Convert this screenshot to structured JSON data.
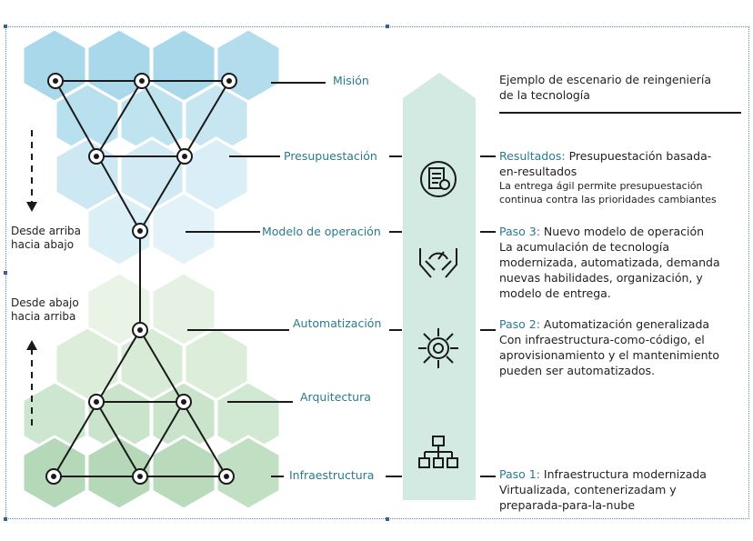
{
  "layers": {
    "mision": "Misión",
    "presupuestacion": "Presupuestación",
    "modelo": "Modelo de operación",
    "automatizacion": "Automatización",
    "arquitectura": "Arquitectura",
    "infraestructura": "Infraestructura"
  },
  "directions": {
    "top_down": [
      "Desde arriba",
      "hacia abajo"
    ],
    "bottom_up": [
      "Desde abajo",
      "hacia arriba"
    ]
  },
  "scenario_title": [
    "Ejemplo de escenario de reingeniería",
    "de la tecnología"
  ],
  "steps": {
    "resultados": {
      "key": "Resultados:",
      "head": "Presupuestación basada-",
      "head2": "en-resultados",
      "small1": "La entrega ágil permite presupuestación",
      "small2": "continua contra las prioridades cambiantes"
    },
    "paso3": {
      "key": "Paso 3:",
      "head": "Nuevo modelo de operación",
      "body": [
        "La acumulación de tecnología",
        "modernizada, automatizada, demanda",
        "nuevas habilidades, organización, y",
        "modelo de entrega."
      ]
    },
    "paso2": {
      "key": "Paso 2:",
      "head": "Automatización generalizada",
      "body": [
        "Con infraestructura-como-código, el",
        "aprovisionamiento y el mantenimiento",
        "pueden ser automatizados."
      ]
    },
    "paso1": {
      "key": "Paso 1:",
      "head": "Infraestructura modernizada",
      "body": [
        "Virtualizada, contenerizadam y",
        "preparada-para-la-nube"
      ]
    }
  },
  "icons": [
    "budget-report-icon",
    "hands-gauge-icon",
    "automation-gear-icon",
    "org-chart-icon"
  ],
  "colors": {
    "blue_hex_dark": "#9fd3e6",
    "blue_hex_mid": "#b8e0ee",
    "blue_hex_light": "#d6edf6",
    "green_hex_dark": "#b5d9b8",
    "green_hex_mid": "#cde6cf",
    "green_hex_light": "#e4f1e3",
    "arrow_fill": "#d3eae2",
    "accent_text": "#2a7a8e"
  }
}
